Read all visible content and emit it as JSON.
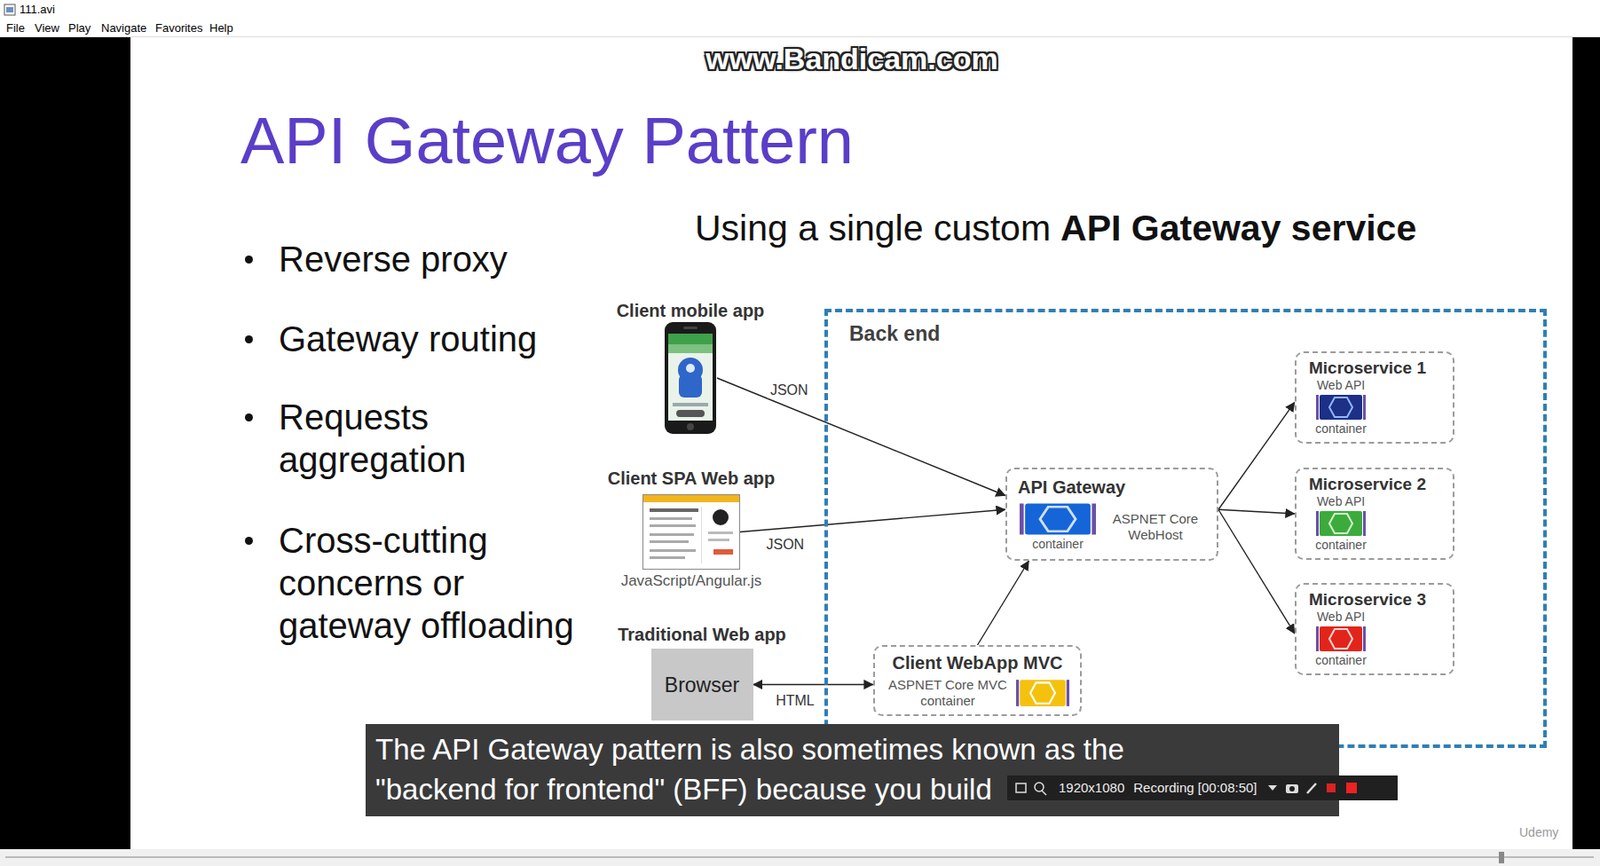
{
  "diagram": {
    "title": "API Gateway Pattern",
    "caption": "The API Gateway pattern is also sometimes known as the \"backend for frontend\" (BFF) because you build",
    "nodes": [
      {
        "text": [
          "Client mobile app"
        ]
      },
      {
        "text": [
          "Client SPA Web app",
          "JavaScript/Angular.js"
        ]
      },
      {
        "text": [
          "Traditional Web app",
          "Browser"
        ]
      },
      {
        "text": [
          "Back end"
        ]
      },
      {
        "text": [
          "API Gateway",
          "container",
          "ASPNET Core WebHost"
        ],
        "in": 3
      },
      {
        "text": [
          "Microservice 1",
          "Web API",
          "container"
        ],
        "in": 3
      },
      {
        "text": [
          "Microservice 2",
          "Web API",
          "container"
        ],
        "in": 3
      },
      {
        "text": [
          "Microservice 3",
          "Web API",
          "container"
        ],
        "in": 3
      },
      {
        "text": [
          "Client WebApp MVC",
          "ASPNET Core MVC container"
        ],
        "in": 3
      }
    ],
    "edges": [
      {
        "from": 0,
        "to": 4,
        "arrow": "to",
        "label": "JSON"
      },
      {
        "from": 1,
        "to": 4,
        "arrow": "to",
        "label": "JSON"
      },
      {
        "from": 2,
        "to": 8,
        "arrow": "both",
        "label": "HTML"
      },
      {
        "from": 8,
        "to": 4,
        "arrow": "to"
      },
      {
        "from": 4,
        "to": 5,
        "arrow": "to"
      },
      {
        "from": 4,
        "to": 6,
        "arrow": "to"
      },
      {
        "from": 4,
        "to": 7,
        "arrow": "to"
      }
    ],
    "labels": [
      "111.avi",
      "File",
      "View",
      "Play",
      "Navigate",
      "Favorites",
      "Help",
      "www.Bandicam.com",
      "Reverse proxy",
      "Gateway routing",
      "Requests aggregation",
      "Cross-cutting concerns or gateway offloading",
      "Using a single custom",
      "API Gateway service",
      "1920x1080",
      "Recording [00:08:50]",
      "Udemy"
    ]
  }
}
